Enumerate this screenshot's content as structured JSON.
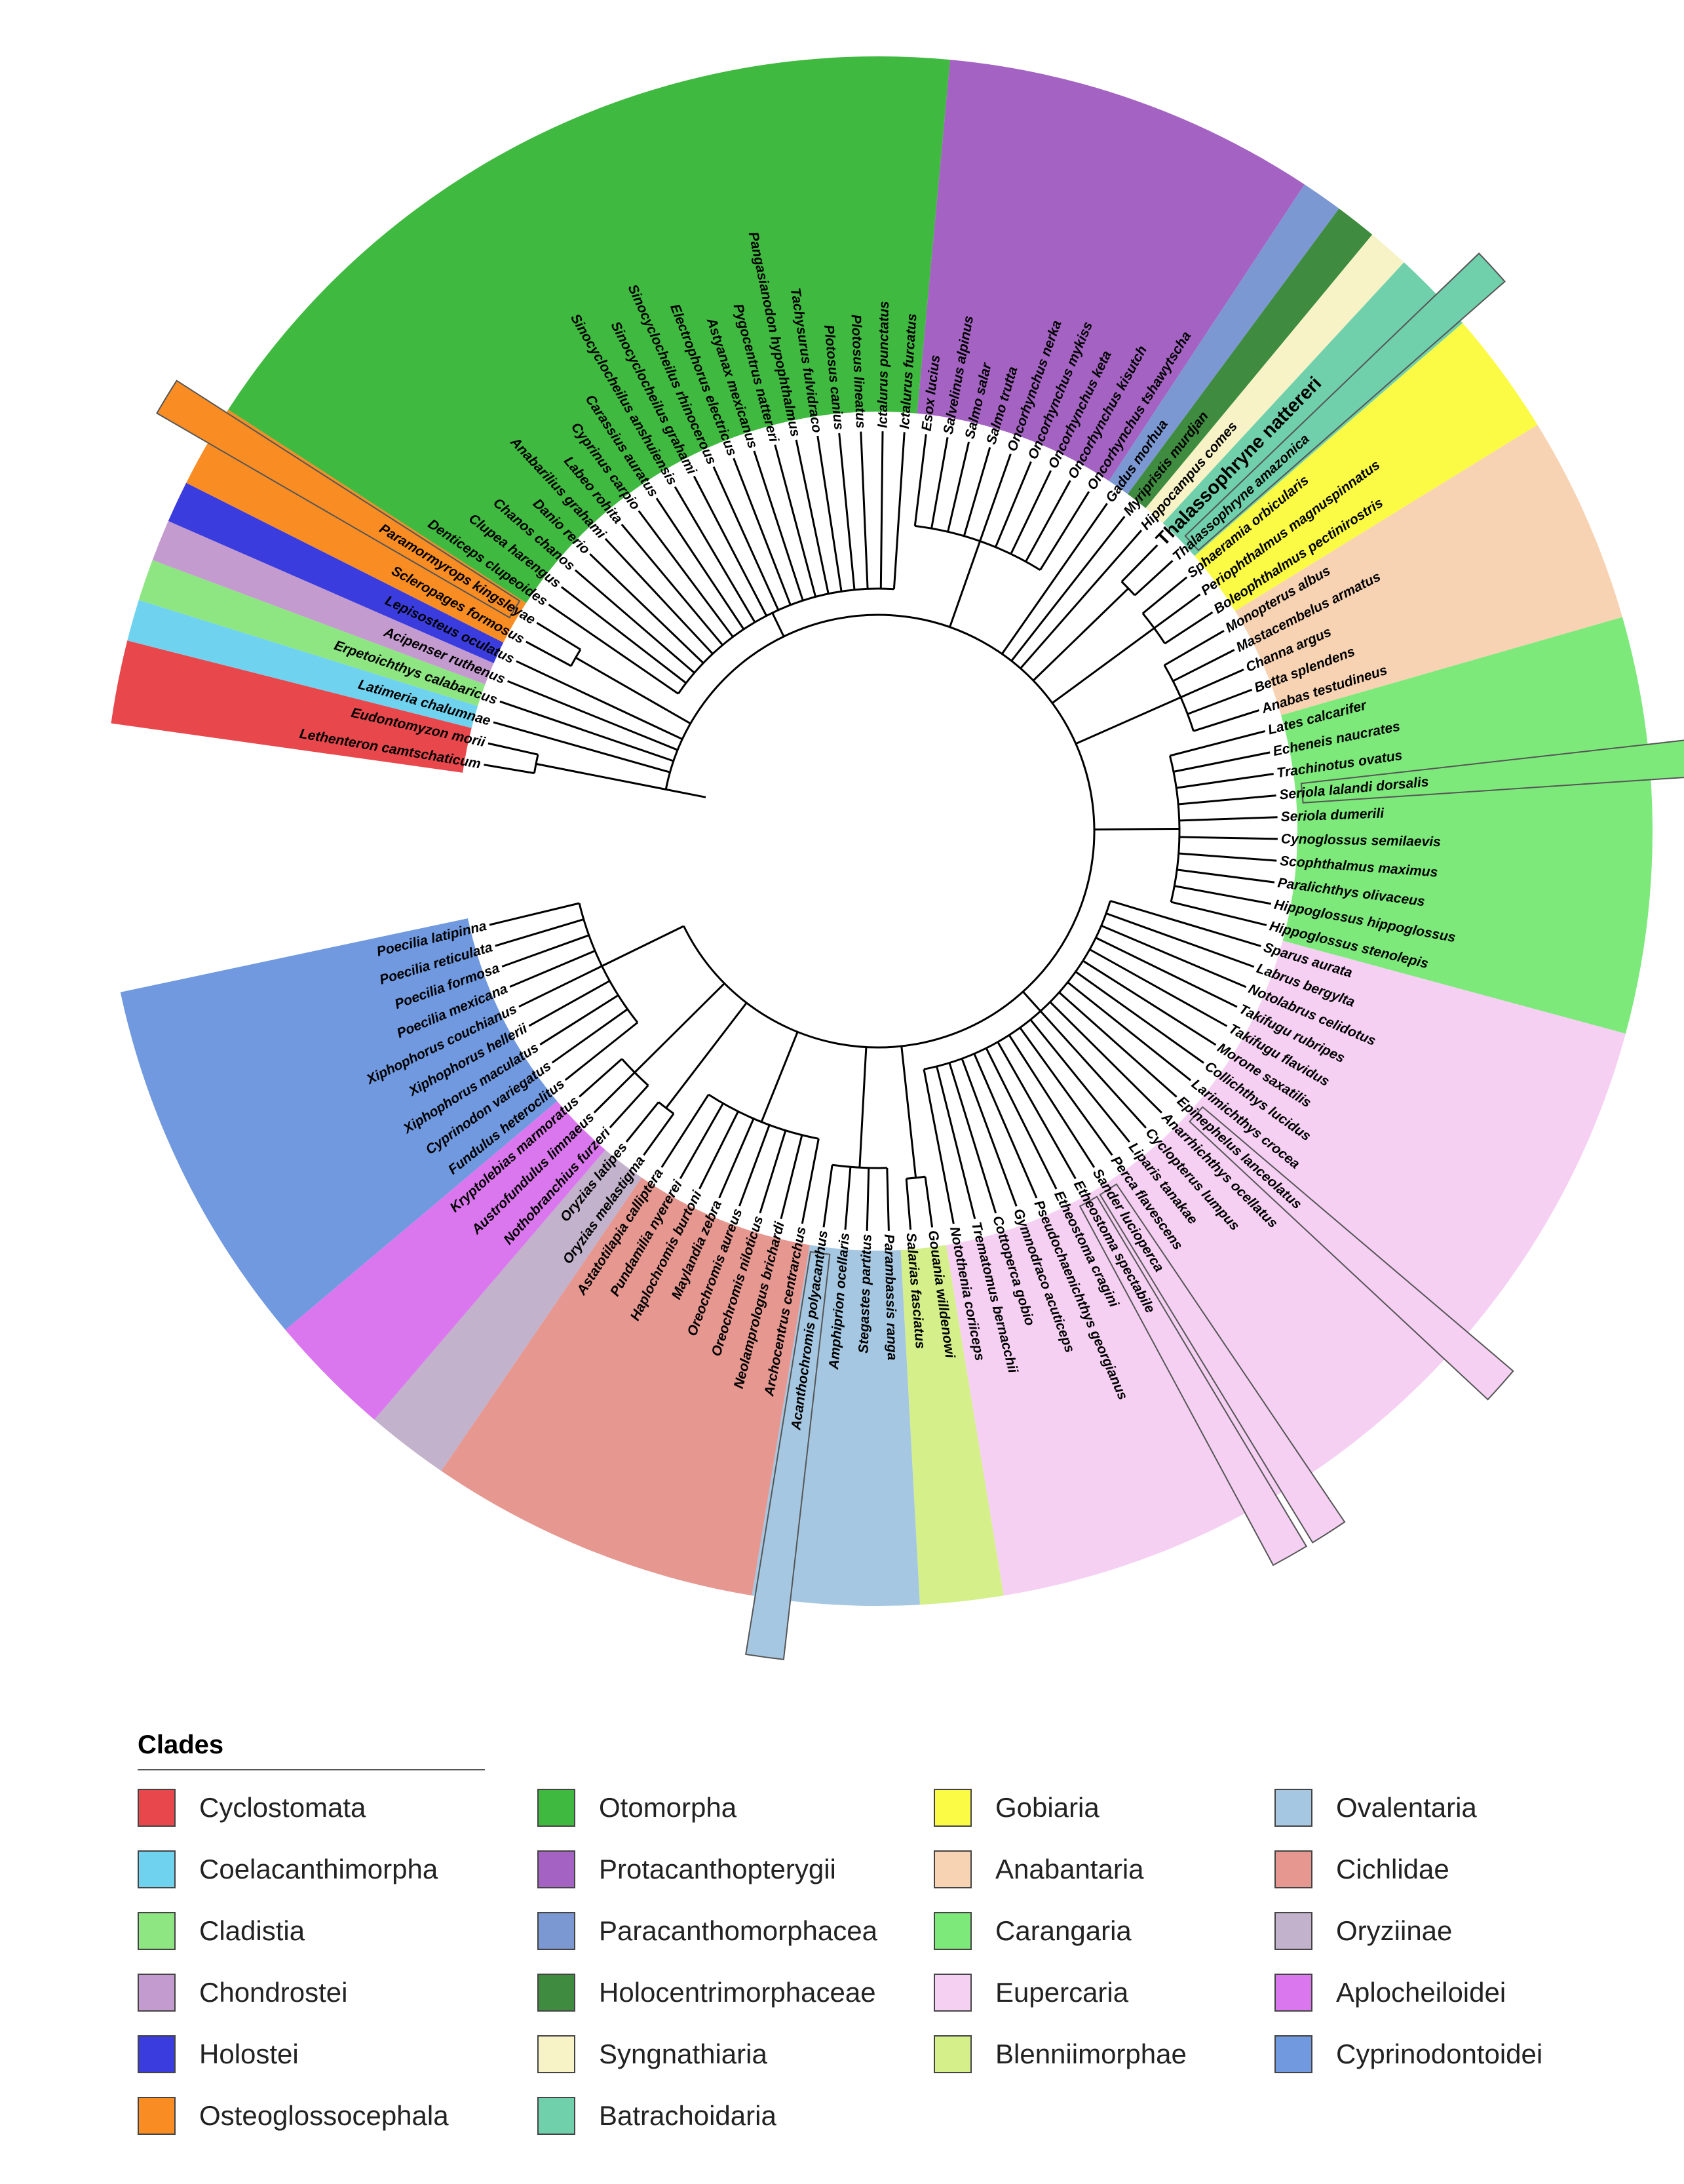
{
  "clades": [
    {
      "name": "Cyclostomata",
      "color": "#e8474c"
    },
    {
      "name": "Coelacanthimorpha",
      "color": "#6fd3ef"
    },
    {
      "name": "Cladistia",
      "color": "#8de681"
    },
    {
      "name": "Chondrostei",
      "color": "#c49bcf"
    },
    {
      "name": "Holostei",
      "color": "#3a3cde"
    },
    {
      "name": "Osteoglossocephala",
      "color": "#f98d24"
    },
    {
      "name": "Otomorpha",
      "color": "#3fb93f"
    },
    {
      "name": "Protacanthopterygii",
      "color": "#a463c3"
    },
    {
      "name": "Paracanthomorphacea",
      "color": "#7b98d2"
    },
    {
      "name": "Holocentrimorphaceae",
      "color": "#3f8b3f"
    },
    {
      "name": "Syngnathiaria",
      "color": "#f7f3c7"
    },
    {
      "name": "Batrachoidaria",
      "color": "#6fd0ab"
    },
    {
      "name": "Gobiaria",
      "color": "#fbfb45"
    },
    {
      "name": "Anabantaria",
      "color": "#f7d3b3"
    },
    {
      "name": "Carangaria",
      "color": "#7de97b"
    },
    {
      "name": "Eupercaria",
      "color": "#f5d0f3"
    },
    {
      "name": "Blenniimorphae",
      "color": "#d5f08b"
    },
    {
      "name": "Ovalentaria",
      "color": "#a5c7e1"
    },
    {
      "name": "Cichlidae",
      "color": "#e69790"
    },
    {
      "name": "Oryziinae",
      "color": "#c2b2cb"
    },
    {
      "name": "Aplocheiloidei",
      "color": "#db77ee"
    },
    {
      "name": "Cyprinodontoidei",
      "color": "#7099df"
    }
  ],
  "legend": {
    "title": "Clades",
    "order": [
      "Cyclostomata",
      "Otomorpha",
      "Gobiaria",
      "Ovalentaria",
      "Coelacanthimorpha",
      "Protacanthopterygii",
      "Anabantaria",
      "Cichlidae",
      "Cladistia",
      "Paracanthomorphacea",
      "Carangaria",
      "Oryziinae",
      "Chondrostei",
      "Holocentrimorphaceae",
      "Eupercaria",
      "Aplocheiloidei",
      "Holostei",
      "Syngnathiaria",
      "Blenniimorphae",
      "Cyprinodontoidei",
      "Osteoglossocephala",
      "Batrachoidaria"
    ]
  },
  "tree": {
    "sectors": [
      {
        "clade": "Cyclostomata",
        "taxa": [
          "Lethenteron camtschaticum",
          "Eudontomyzon morii"
        ]
      },
      {
        "clade": "Coelacanthimorpha",
        "taxa": [
          "Latimeria chalumnae"
        ]
      },
      {
        "clade": "Cladistia",
        "taxa": [
          "Erpetoichthys calabaricus"
        ]
      },
      {
        "clade": "Chondrostei",
        "taxa": [
          "Acipenser ruthenus"
        ]
      },
      {
        "clade": "Holostei",
        "taxa": [
          "Lepisosteus oculatus"
        ]
      },
      {
        "clade": "Osteoglossocephala",
        "taxa": [
          "Scleropages formosus",
          "Paramormyrops kingsleyae"
        ]
      },
      {
        "clade": "Otomorpha",
        "taxa": [
          "Denticeps clupeoides",
          "Clupea harengus",
          "Chanos chanos",
          "Danio rerio",
          "Anabarilius grahami",
          "Labeo rohita",
          "Cyprinus carpio",
          "Carassius auratus",
          "Sinocyclocheilus anshuiensis",
          "Sinocyclocheilus grahami",
          "Sinocyclocheilus rhinocerous",
          "Electrophorus electricus",
          "Astyanax mexicanus",
          "Pygocentrus nattereri",
          "Pangasianodon hypophthalmus",
          "Tachysurus fulvidraco",
          "Plotosus canius",
          "Plotosus lineatus",
          "Ictalurus punctatus",
          "Ictalurus furcatus"
        ]
      },
      {
        "clade": "Protacanthopterygii",
        "taxa": [
          "Esox lucius",
          "Salvelinus alpinus",
          "Salmo salar",
          "Salmo trutta",
          "Oncorhynchus nerka",
          "Oncorhynchus mykiss",
          "Oncorhynchus keta",
          "Oncorhynchus kisutch",
          "Oncorhynchus tshawytscha"
        ]
      },
      {
        "clade": "Paracanthomorphacea",
        "taxa": [
          "Gadus morhua"
        ]
      },
      {
        "clade": "Holocentrimorphaceae",
        "taxa": [
          "Myripristis murdjan"
        ]
      },
      {
        "clade": "Syngnathiaria",
        "taxa": [
          "Hippocampus comes"
        ]
      },
      {
        "clade": "Batrachoidaria",
        "taxa": [
          "Thalassophryne nattereri",
          "Thalassophryne amazonica"
        ]
      },
      {
        "clade": "Gobiaria",
        "taxa": [
          "Sphaeramia orbicularis",
          "Periophthalmus magnuspinnatus",
          "Boleophthalmus pectinirostris"
        ]
      },
      {
        "clade": "Anabantaria",
        "taxa": [
          "Monopterus albus",
          "Mastacembelus armatus",
          "Channa argus",
          "Betta splendens",
          "Anabas testudineus"
        ]
      },
      {
        "clade": "Carangaria",
        "taxa": [
          "Lates calcarifer",
          "Echeneis naucrates",
          "Trachinotus ovatus",
          "Seriola lalandi dorsalis",
          "Seriola dumerili",
          "Cynoglossus semilaevis",
          "Scophthalmus maximus",
          "Paralichthys olivaceus",
          "Hippoglossus hippoglossus",
          "Hippoglossus stenolepis"
        ]
      },
      {
        "clade": "Eupercaria",
        "taxa": [
          "Sparus aurata",
          "Labrus bergylta",
          "Notolabrus celidotus",
          "Takifugu rubripes",
          "Takifugu flavidus",
          "Morone saxatilis",
          "Collichthys lucidus",
          "Larimichthys crocea",
          "Epinephelus lanceolatus",
          "Anarrhichthys ocellatus",
          "Cyclopterus lumpus",
          "Liparis tanakae",
          "Perca flavescens",
          "Sander lucioperca",
          "Etheostoma spectabile",
          "Etheostoma cragini",
          "Pseudochaenichthys georgianus",
          "Gymnodraco acuticeps",
          "Cottoperca gobio",
          "Trematomus bernacchii",
          "Notothenia coriiceps"
        ]
      },
      {
        "clade": "Blenniimorphae",
        "taxa": [
          "Gouania willdenowi",
          "Salarias fasciatus"
        ]
      },
      {
        "clade": "Ovalentaria",
        "taxa": [
          "Parambassis ranga",
          "Stegastes partitus",
          "Amphiprion ocellaris",
          "Acanthochromis polyacanthus"
        ]
      },
      {
        "clade": "Cichlidae",
        "taxa": [
          "Archocentrus centrarchus",
          "Neolamprologus brichardi",
          "Oreochromis niloticus",
          "Oreochromis aureus",
          "Maylandia zebra",
          "Haplochromis burtoni",
          "Pundamilia nyererei",
          "Astatotilapia calliptera"
        ]
      },
      {
        "clade": "Oryziinae",
        "taxa": [
          "Oryzias melastigma",
          "Oryzias latipes"
        ]
      },
      {
        "clade": "Aplocheiloidei",
        "taxa": [
          "Nothobranchius furzeri",
          "Austrofundulus limnaeus",
          "Kryptolebias marmoratus"
        ]
      },
      {
        "clade": "Cyprinodontoidei",
        "taxa": [
          "Fundulus heteroclitus",
          "Cyprinodon variegatus",
          "Xiphophorus maculatus",
          "Xiphophorus hellerii",
          "Xiphophorus couchianus",
          "Poecilia mexicana",
          "Poecilia formosa",
          "Poecilia reticulata",
          "Poecilia latipinna"
        ]
      }
    ],
    "highlighted": [
      "Acanthochromis polyacanthus",
      "Etheostoma spectabile",
      "Sander lucioperca",
      "Epinephelus lanceolatus",
      "Seriola lalandi dorsalis",
      "Thalassophryne amazonica",
      "Paramormyrops kingsleyae"
    ],
    "emphasized": [
      "Thalassophryne nattereri"
    ]
  }
}
